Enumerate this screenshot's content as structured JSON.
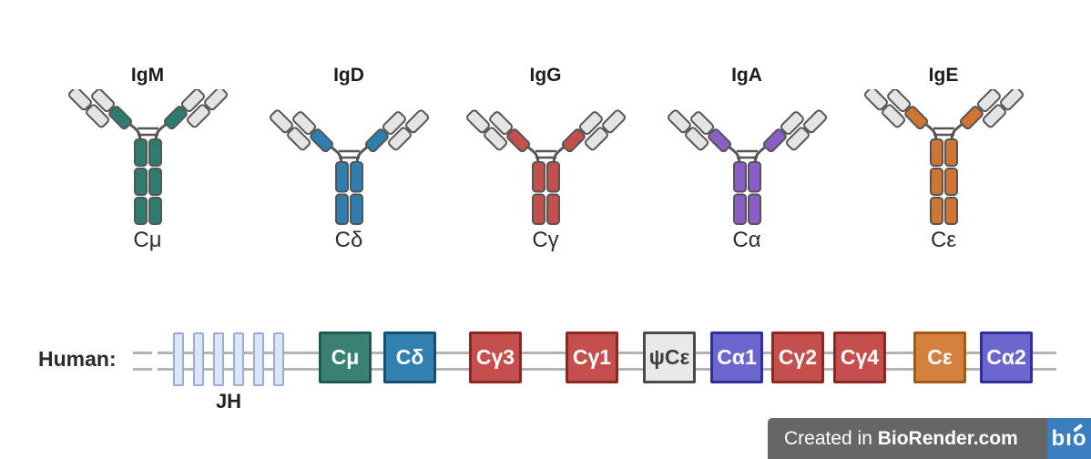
{
  "figure": {
    "antibodies": [
      {
        "name": "IgM",
        "constant_label": "Cμ",
        "color": "#2e7c6e",
        "stem_segments": 3
      },
      {
        "name": "IgD",
        "constant_label": "Cδ",
        "color": "#2e7fb0",
        "stem_segments": 2
      },
      {
        "name": "IgG",
        "constant_label": "Cγ",
        "color": "#c4504e",
        "stem_segments": 2
      },
      {
        "name": "IgA",
        "constant_label": "Cα",
        "color": "#8a5ec6",
        "stem_segments": 2
      },
      {
        "name": "IgE",
        "constant_label": "Cε",
        "color": "#d07434",
        "stem_segments": 3
      }
    ],
    "light_chain_color": "#e4e4e4",
    "outline_color": "#555555"
  },
  "locus": {
    "species_label": "Human:",
    "jh_label": "JH",
    "jh_segment_count": 6,
    "jh_fill": "#dde6f6",
    "jh_border": "#98aed6",
    "line_color": "#b3b3b3",
    "genes": [
      {
        "label": "Cμ",
        "fill": "#3a8173",
        "border": "#1e5b4e",
        "text": "#ffffff"
      },
      {
        "label": "Cδ",
        "fill": "#3081af",
        "border": "#134f72",
        "text": "#ffffff"
      },
      {
        "label": "Cγ3",
        "fill": "#c44f4c",
        "border": "#8c2723",
        "text": "#ffffff"
      },
      {
        "label": "Cγ1",
        "fill": "#c44f4c",
        "border": "#8c2723",
        "text": "#ffffff"
      },
      {
        "label": "ψCε",
        "fill": "#e9e9e9",
        "border": "#4a4a4a",
        "text": "#3f3f3f"
      },
      {
        "label": "Cα1",
        "fill": "#6b66cd",
        "border": "#31309b",
        "text": "#ffffff"
      },
      {
        "label": "Cγ2",
        "fill": "#c44f4c",
        "border": "#8c2723",
        "text": "#ffffff"
      },
      {
        "label": "Cγ4",
        "fill": "#c44f4c",
        "border": "#8c2723",
        "text": "#ffffff"
      },
      {
        "label": "Cε",
        "fill": "#d5813e",
        "border": "#a35a17",
        "text": "#ffffff"
      },
      {
        "label": "Cα2",
        "fill": "#6b66cd",
        "border": "#31309b",
        "text": "#ffffff"
      }
    ]
  },
  "watermark": {
    "prefix": "Created in ",
    "brand": "BioRender.com",
    "logo_text": "bıo",
    "bar_color": "#666667",
    "logo_bg": "#3b7ec0"
  }
}
